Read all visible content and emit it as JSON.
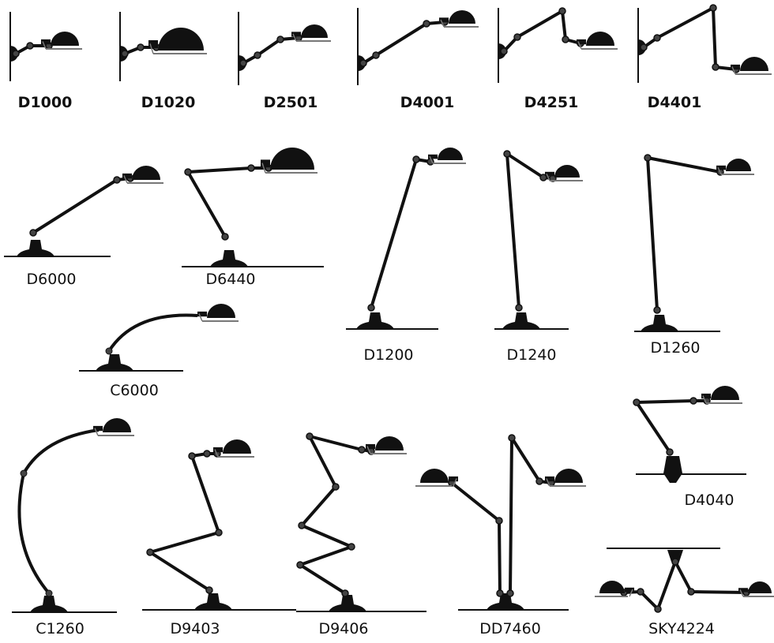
{
  "title_row_models": [
    "D1000",
    "D1020",
    "D2501",
    "D4001",
    "D4251",
    "D4401"
  ],
  "models": {
    "d6000": "D6000",
    "d6440": "D6440",
    "c6000": "C6000",
    "d1200": "D1200",
    "d1240": "D1240",
    "d1260": "D1260",
    "d4040": "D4040",
    "c1260": "C1260",
    "d9403": "D9403",
    "d9406": "D9406",
    "dd7460": "DD7460",
    "sky4224": "SKY4224"
  },
  "colors": {
    "lamp": "#111111",
    "plate": "#777777",
    "background": "#ffffff"
  }
}
